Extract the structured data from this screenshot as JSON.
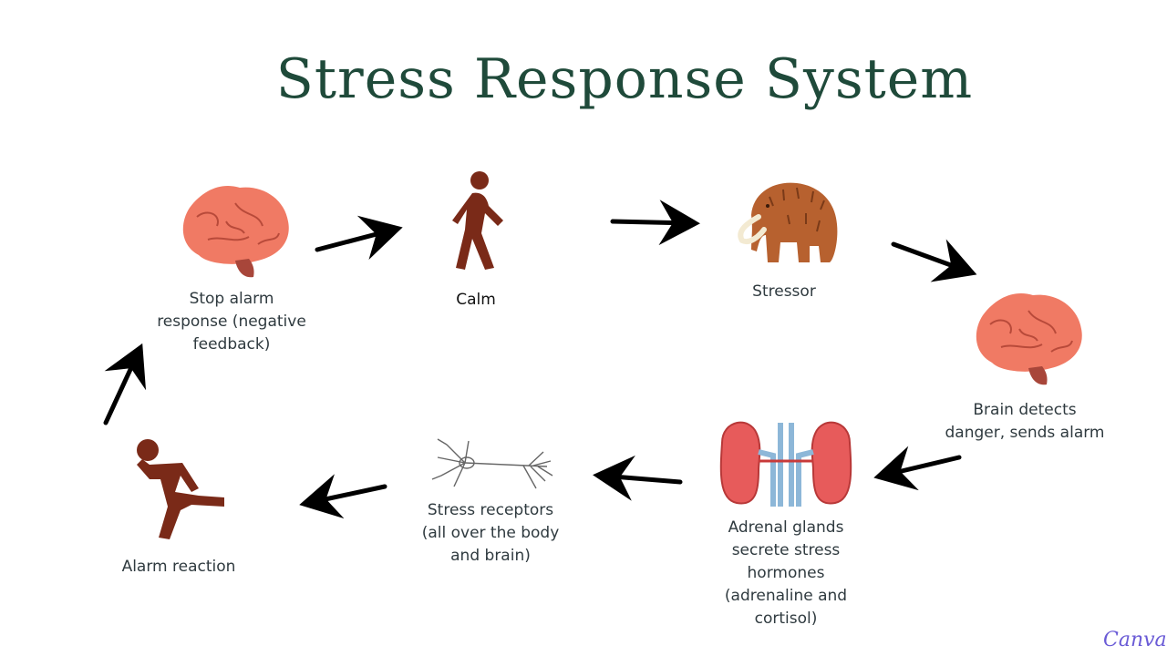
{
  "title": "Stress Response System",
  "nodes": {
    "stop_alarm": "Stop alarm\nresponse (negative\nfeedback)",
    "calm": "Calm",
    "stressor": "Stressor",
    "brain_detects": "Brain detects\ndanger, sends alarm",
    "adrenal": "Adrenal glands\nsecrete stress\nhormones\n(adrenaline and\ncortisol)",
    "receptors": "Stress receptors\n(all over the body\nand brain)",
    "alarm_reaction": "Alarm reaction"
  },
  "icons": {
    "brain_top": "brain-icon",
    "walker": "walking-person-icon",
    "mammoth": "mammoth-icon",
    "brain_right": "brain-icon",
    "kidneys": "adrenal-glands-icon",
    "neuron": "neuron-icon",
    "runner": "running-person-icon"
  },
  "colors": {
    "title": "#1f4a3a",
    "brain": "#f07a64",
    "figure": "#7a2a18",
    "kidney": "#e75b5b",
    "arrow": "#000000"
  },
  "watermark": "Canva"
}
